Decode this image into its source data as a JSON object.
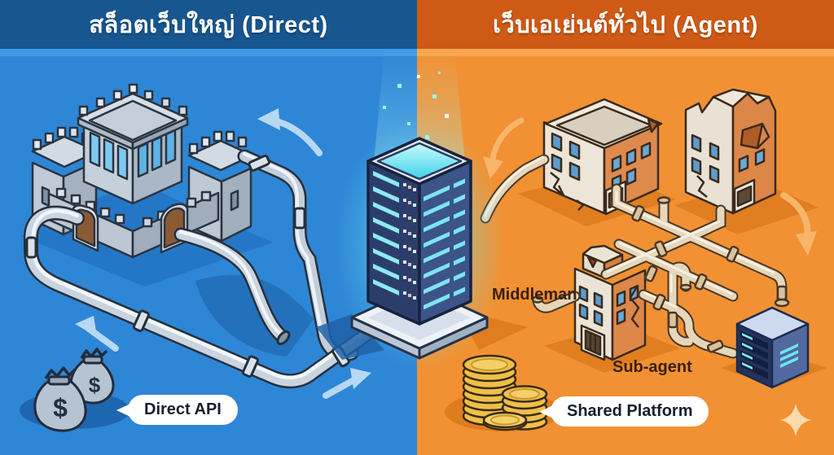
{
  "left_panel": {
    "title": "สล็อตเว็บใหญ่ (Direct)",
    "bubble_label": "Direct API",
    "money_bag_symbol": "$",
    "colors": {
      "header": "#17568F",
      "strip": "#3F9AE8",
      "background": "#2E86D6",
      "pipe": "#C9D4DF",
      "castle": "#C2CCD8",
      "arrow": "#CFE7F9"
    }
  },
  "right_panel": {
    "title": "เว็บเอเย่นต์ทั่วไป (Agent)",
    "bubble_label": "Shared Platform",
    "middleman_label": "Middleman",
    "sub_agent_label": "Sub-agent",
    "colors": {
      "header": "#CE5A15",
      "strip": "#F9A750",
      "background": "#F19133",
      "pipe": "#E6D7BA",
      "building_face": "#ECE5D8",
      "building_side": "#DF8A4D",
      "arrow": "#F7B56A",
      "coin": "#EEC049"
    }
  },
  "center": {
    "server_glow": "#7FE9F2",
    "server_body": "#2B3E6B"
  }
}
